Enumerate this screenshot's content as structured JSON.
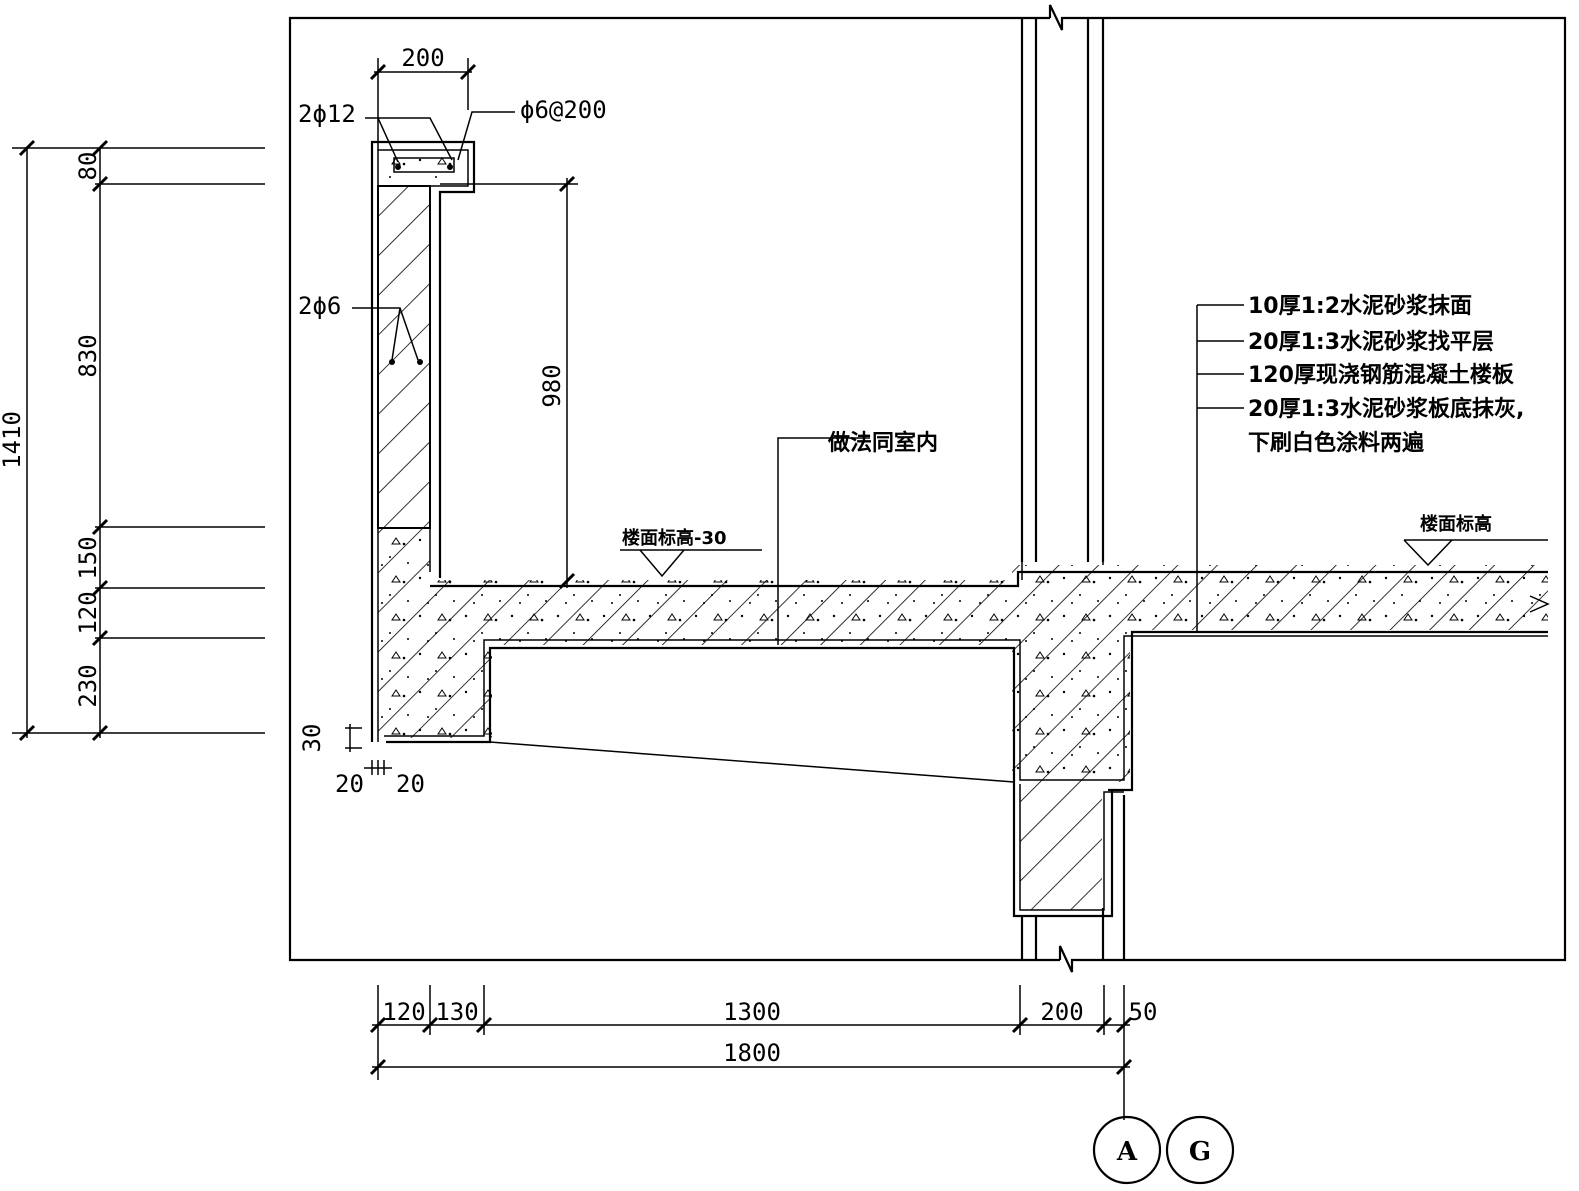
{
  "rebar": {
    "top_bars": "2ϕ12",
    "stirrups": "ϕ6@200",
    "parapet_bars": "2ϕ6"
  },
  "dims_top": {
    "width": "200"
  },
  "dims_inner": {
    "height": "980"
  },
  "dims_left": {
    "d1": "80",
    "d2": "830",
    "d3": "150",
    "d4": "120",
    "d5": "230",
    "total": "1410",
    "drip": "30",
    "drip_left": "20",
    "drip_right": "20"
  },
  "dims_bottom": {
    "d1": "120",
    "d2": "130",
    "d3": "1300",
    "d4": "200",
    "d5": "50",
    "total": "1800"
  },
  "notes": {
    "balcony_note": "做法同室内",
    "floor_level_minus": "楼面标高-30",
    "floor_level": "楼面标高",
    "layers": [
      "10厚1:2水泥砂浆抹面",
      "20厚1:3水泥砂浆找平层",
      "120厚现浇钢筋混凝土楼板",
      "20厚1:3水泥砂浆板底抹灰,",
      "下刷白色涂料两遍"
    ]
  },
  "axes": {
    "a": "A",
    "g": "G"
  }
}
